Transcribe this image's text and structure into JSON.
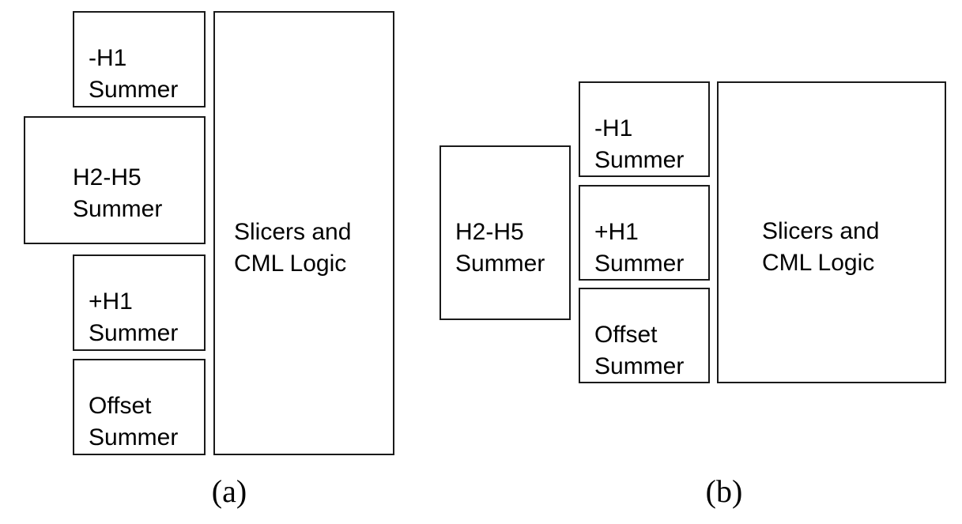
{
  "diagram_a": {
    "neg_h1_summer": "-H1\nSummer",
    "h2_h5_summer": "H2-H5\nSummer",
    "pos_h1_summer": "+H1\nSummer",
    "offset_summer": "Offset\nSummer",
    "slicers_cml_logic": "Slicers and\nCML Logic",
    "caption": "(a)"
  },
  "diagram_b": {
    "neg_h1_summer": "-H1\nSummer",
    "h2_h5_summer": "H2-H5\nSummer",
    "pos_h1_summer": "+H1\nSummer",
    "offset_summer": "Offset\nSummer",
    "slicers_cml_logic": "Slicers and\nCML Logic",
    "caption": "(b)"
  }
}
